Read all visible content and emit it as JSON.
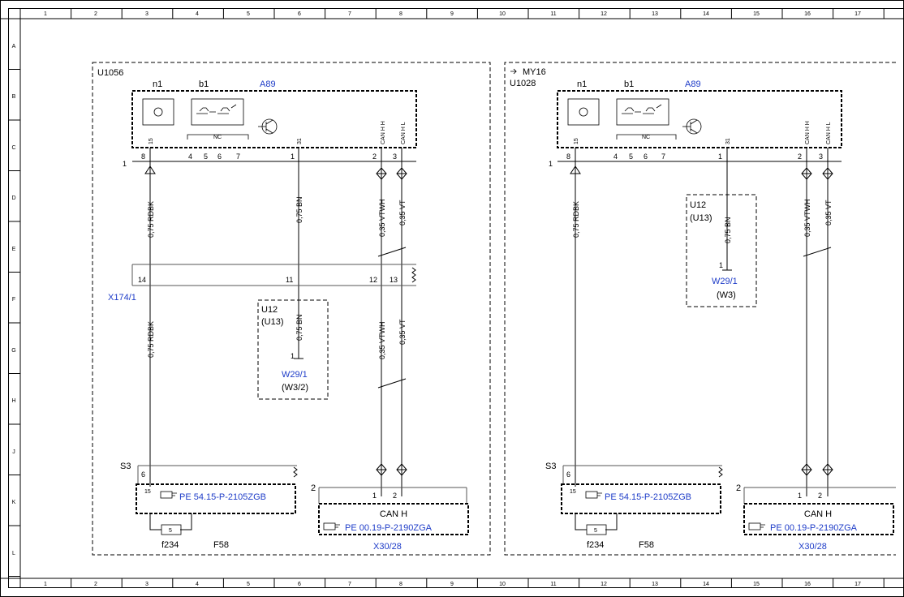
{
  "grid": {
    "columns": [
      "1",
      "2",
      "3",
      "4",
      "5",
      "6",
      "7",
      "8",
      "9",
      "10",
      "11",
      "12",
      "13",
      "14",
      "15",
      "16",
      "17"
    ],
    "rows": [
      "A",
      "B",
      "C",
      "D",
      "E",
      "F",
      "G",
      "H",
      "J",
      "K",
      "L"
    ]
  },
  "left": {
    "block": "U1056",
    "note": "",
    "module": {
      "n1": "n1",
      "b1": "b1",
      "name": "A89",
      "pin15": "15",
      "pin31": "31",
      "canhh": "CAN H H",
      "canhl": "CAN H L",
      "nc": "NC"
    },
    "pins": {
      "p8": "8",
      "p4": "4",
      "p5": "5",
      "p6": "6",
      "p7": "7",
      "p1": "1",
      "p2": "2",
      "p3": "3",
      "ground": "1"
    },
    "wires": {
      "w1": "0,75 RDBK",
      "w2": "0,75 BN",
      "w3": "0,35 VTWH",
      "w4": "0,35 VT",
      "w5": "0,75 RDBK",
      "w6": "0,75 BN",
      "w7": "0,35 VTWH",
      "w8": "0,35 VT"
    },
    "connector": {
      "name": "X174/1",
      "p14": "14",
      "p11": "11",
      "p12": "12",
      "p13": "13"
    },
    "u12": {
      "title": "U12",
      "sub": "(U13)",
      "pin": "1",
      "ref": "W29/1",
      "loc": "(W3/2)"
    },
    "s3": {
      "label": "S3",
      "p6": "6",
      "p15": "15",
      "ref": "PE 54.15-P-2105ZGB"
    },
    "fuse": {
      "box": "F58",
      "name": "f234",
      "val": "5"
    },
    "can": {
      "pin": "2",
      "p1": "1",
      "p2": "2",
      "title": "CAN H",
      "ref": "PE 00.19-P-2190ZGA",
      "name": "X30/28"
    }
  },
  "right": {
    "block": "U1028",
    "note": "MY16",
    "module": {
      "n1": "n1",
      "b1": "b1",
      "name": "A89",
      "pin15": "15",
      "pin31": "31",
      "canhh": "CAN H H",
      "canhl": "CAN H L",
      "nc": "NC"
    },
    "pins": {
      "p8": "8",
      "p4": "4",
      "p5": "5",
      "p6": "6",
      "p7": "7",
      "p1": "1",
      "p2": "2",
      "p3": "3",
      "ground": "1"
    },
    "wires": {
      "w1": "0,75 RDBK",
      "w2": "0,75 BN",
      "w3": "0,35 VTWH",
      "w4": "0,35 VT"
    },
    "u12": {
      "title": "U12",
      "sub": "(U13)",
      "pin": "1",
      "ref": "W29/1",
      "loc": "(W3)"
    },
    "s3": {
      "label": "S3",
      "p6": "6",
      "p15": "15",
      "ref": "PE 54.15-P-2105ZGB"
    },
    "fuse": {
      "box": "F58",
      "name": "f234",
      "val": "5"
    },
    "can": {
      "pin": "2",
      "p1": "1",
      "p2": "2",
      "title": "CAN H",
      "ref": "PE 00.19-P-2190ZGA",
      "name": "X30/28"
    }
  },
  "icons": {
    "hand": "pointing-hand-icon",
    "transistor": "transistor-icon",
    "arrow": "arrow-right-icon",
    "ground": "ground-icon"
  },
  "colors": {
    "link": "#1e3cc8",
    "line": "#000000"
  }
}
